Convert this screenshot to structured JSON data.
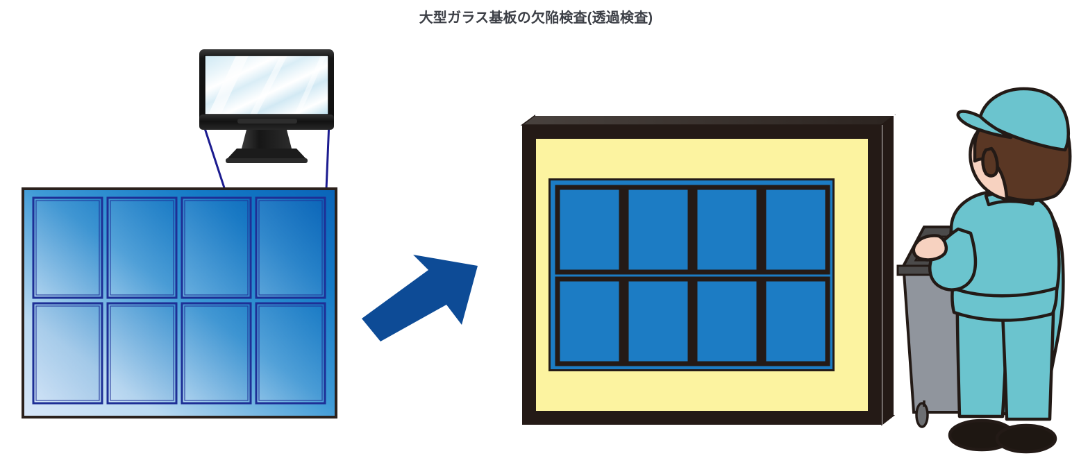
{
  "figure": {
    "title": "大型ガラス基板の欠陥検査(透過検査)",
    "title_color": "#3c3f46",
    "background_color": "#ffffff"
  },
  "left_scene": {
    "name": "glass-substrate-with-monitor",
    "monitor": {
      "label": "monitor",
      "bezel_color": "#1a1a1a",
      "screen_color_light": "#ffffff",
      "screen_color_tint": "#bfe0ef",
      "stand_color": "#2b2b2b"
    },
    "guide_lines": {
      "label": "view-guide-lines",
      "color": "#1b1b8f",
      "count": 2
    },
    "glass_panel": {
      "label": "large-glass-substrate",
      "frame_color": "#2b211c",
      "gradient_from": "#d3e4f7",
      "gradient_to": "#0b6fc4",
      "cell_border_color": "#1e2f96",
      "columns": 4,
      "rows": 2,
      "cell_count": 8
    }
  },
  "arrow": {
    "label": "process-arrow",
    "color": "#0d4b96",
    "direction": "up-right"
  },
  "right_scene": {
    "name": "transmission-inspection-station",
    "light_box": {
      "label": "backlight-inspection-box",
      "frame_color": "#241a16",
      "top_face_color": "#3b3633",
      "side_face_color": "#241a16",
      "backlight_color": "#fcf3a0",
      "substrate_color": "#1c7cc4",
      "cell_color": "#1c7cc4",
      "cell_border_color": "#241a16",
      "columns": 4,
      "rows": 2,
      "cell_count": 8
    },
    "operator": {
      "label": "inspection-operator",
      "cap_color": "#6bc4ce",
      "hair_color": "#5a3724",
      "skin_color": "#f7d2c0",
      "uniform_color": "#6bc4ce",
      "shoe_color": "#1e1712",
      "outline_color": "#231a16"
    },
    "console": {
      "label": "control-console",
      "body_color": "#90959d",
      "top_color": "#4b4a4a",
      "panel_color": "#c9c9c9",
      "caster_color": "#6d6f72",
      "outline_color": "#231a16"
    }
  }
}
